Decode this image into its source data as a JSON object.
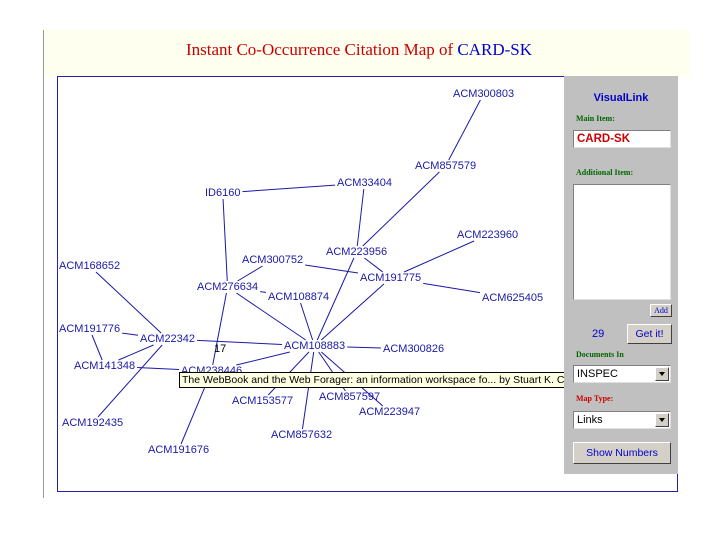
{
  "page": {
    "title_prefix": "Instant Co-Occurrence Citation Map of",
    "title_key": "CARD-SK"
  },
  "map": {
    "nodes": [
      {
        "id": "ACM300803",
        "label": "ACM300803"
      },
      {
        "id": "ACM857579",
        "label": "ACM857579"
      },
      {
        "id": "ACM33404",
        "label": "ACM33404"
      },
      {
        "id": "ID6160",
        "label": "ID6160"
      },
      {
        "id": "ACM223960",
        "label": "ACM223960"
      },
      {
        "id": "ACM223956",
        "label": "ACM223956"
      },
      {
        "id": "ACM300752",
        "label": "ACM300752"
      },
      {
        "id": "ACM191775",
        "label": "ACM191775"
      },
      {
        "id": "ACM168652",
        "label": "ACM168652"
      },
      {
        "id": "ACM276634",
        "label": "ACM276634"
      },
      {
        "id": "ACM625405",
        "label": "ACM625405"
      },
      {
        "id": "ACM108874",
        "label": "ACM108874"
      },
      {
        "id": "ACM191776",
        "label": "ACM191776"
      },
      {
        "id": "ACM22342",
        "label": "ACM22342"
      },
      {
        "id": "ACM108883",
        "label": "ACM108883"
      },
      {
        "id": "ACM300826",
        "label": "ACM300826"
      },
      {
        "id": "ACM141348",
        "label": "ACM141348"
      },
      {
        "id": "ACM238446",
        "label": "ACM238446"
      },
      {
        "id": "ACM153577",
        "label": "ACM153577"
      },
      {
        "id": "ACM857597",
        "label": "ACM857597"
      },
      {
        "id": "ACM223947",
        "label": "ACM223947"
      },
      {
        "id": "ACM192435",
        "label": "ACM192435"
      },
      {
        "id": "ACM857632",
        "label": "ACM857632"
      },
      {
        "id": "ACM191676",
        "label": "ACM191676"
      }
    ],
    "edges": [
      [
        "ACM300803",
        "ACM857579"
      ],
      [
        "ACM857579",
        "ACM223956"
      ],
      [
        "ACM33404",
        "ID6160"
      ],
      [
        "ACM33404",
        "ACM223956"
      ],
      [
        "ID6160",
        "ACM276634"
      ],
      [
        "ACM223960",
        "ACM191775"
      ],
      [
        "ACM223956",
        "ACM191775"
      ],
      [
        "ACM223956",
        "ACM108883"
      ],
      [
        "ACM300752",
        "ACM191775"
      ],
      [
        "ACM191775",
        "ACM625405"
      ],
      [
        "ACM191775",
        "ACM108883"
      ],
      [
        "ACM300752",
        "ACM276634"
      ],
      [
        "ACM276634",
        "ACM108874"
      ],
      [
        "ACM276634",
        "ACM108883"
      ],
      [
        "ACM276634",
        "ACM238446"
      ],
      [
        "ACM108874",
        "ACM108883"
      ],
      [
        "ACM191776",
        "ACM22342"
      ],
      [
        "ACM191776",
        "ACM141348"
      ],
      [
        "ACM168652",
        "ACM22342"
      ],
      [
        "ACM22342",
        "ACM141348"
      ],
      [
        "ACM22342",
        "ACM192435"
      ],
      [
        "ACM22342",
        "ACM108883"
      ],
      [
        "ACM141348",
        "ACM238446"
      ],
      [
        "ACM238446",
        "ACM108883"
      ],
      [
        "ACM108883",
        "ACM300826"
      ],
      [
        "ACM108883",
        "ACM153577"
      ],
      [
        "ACM108883",
        "ACM857597"
      ],
      [
        "ACM108883",
        "ACM223947"
      ],
      [
        "ACM108883",
        "ACM857632"
      ],
      [
        "ACM238446",
        "ACM191676"
      ]
    ],
    "count_label": "17",
    "tooltip": "The WebBook and the Web Forager: an information workspace fo... by Stuart K. Card, etc."
  },
  "panel": {
    "title": "VisualLink",
    "main_item_label": "Main Item:",
    "main_item_value": "CARD-SK",
    "additional_item_label": "Additional Item:",
    "additional_item_value": "",
    "add_button": "Add",
    "count": "29",
    "get_it_button": "Get it!",
    "documents_in_label": "Documents In",
    "documents_in_value": "INSPEC",
    "map_type_label": "Map Type:",
    "map_type_value": "Links",
    "show_numbers_button": "Show Numbers"
  }
}
